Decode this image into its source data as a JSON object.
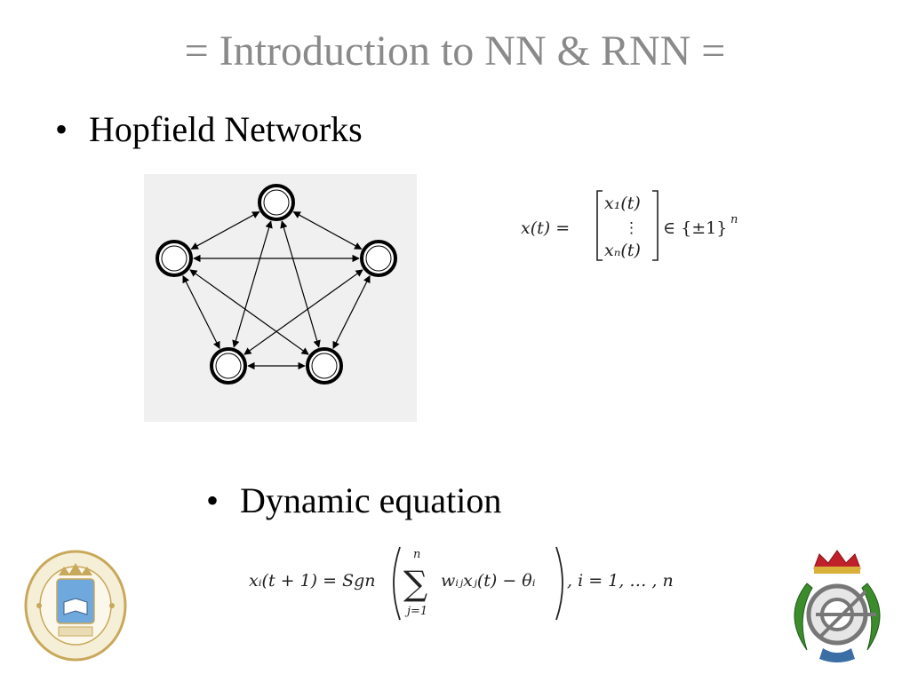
{
  "slide": {
    "title": "= Introduction to NN & RNN =",
    "bullet_1": "Hopfield Networks",
    "bullet_2": "Dynamic equation",
    "bullet_symbol": "•"
  },
  "equations": {
    "state_vector": {
      "lhs": "x(t) =",
      "row_top": "x₁(t)",
      "row_mid": "⋮",
      "row_bottom": "xₙ(t)",
      "rhs": "∈ {±1}",
      "rhs_exp": "n"
    },
    "dynamic": {
      "lhs": "xᵢ(t + 1) = Sgn",
      "sum_top": "n",
      "sum_symbol": "∑",
      "sum_bottom": "j=1",
      "body": "wᵢⱼxⱼ(t) − θᵢ",
      "tail": ", i = 1, … , n"
    }
  },
  "diagram": {
    "node_count": 5,
    "edges": "fully connected, bidirectional arrows",
    "background": "#f0f0f0"
  },
  "logos": {
    "left": "Universidad Politécnica de Madrid seal",
    "right": "Facultad de Informática emblem"
  },
  "colors": {
    "title": "#8a8a8a",
    "text": "#000000",
    "seal_gold": "#c8a85a",
    "seal_blue": "#6fa8dc",
    "laurel_green": "#3c8c2c",
    "crown_red": "#c0202a"
  }
}
